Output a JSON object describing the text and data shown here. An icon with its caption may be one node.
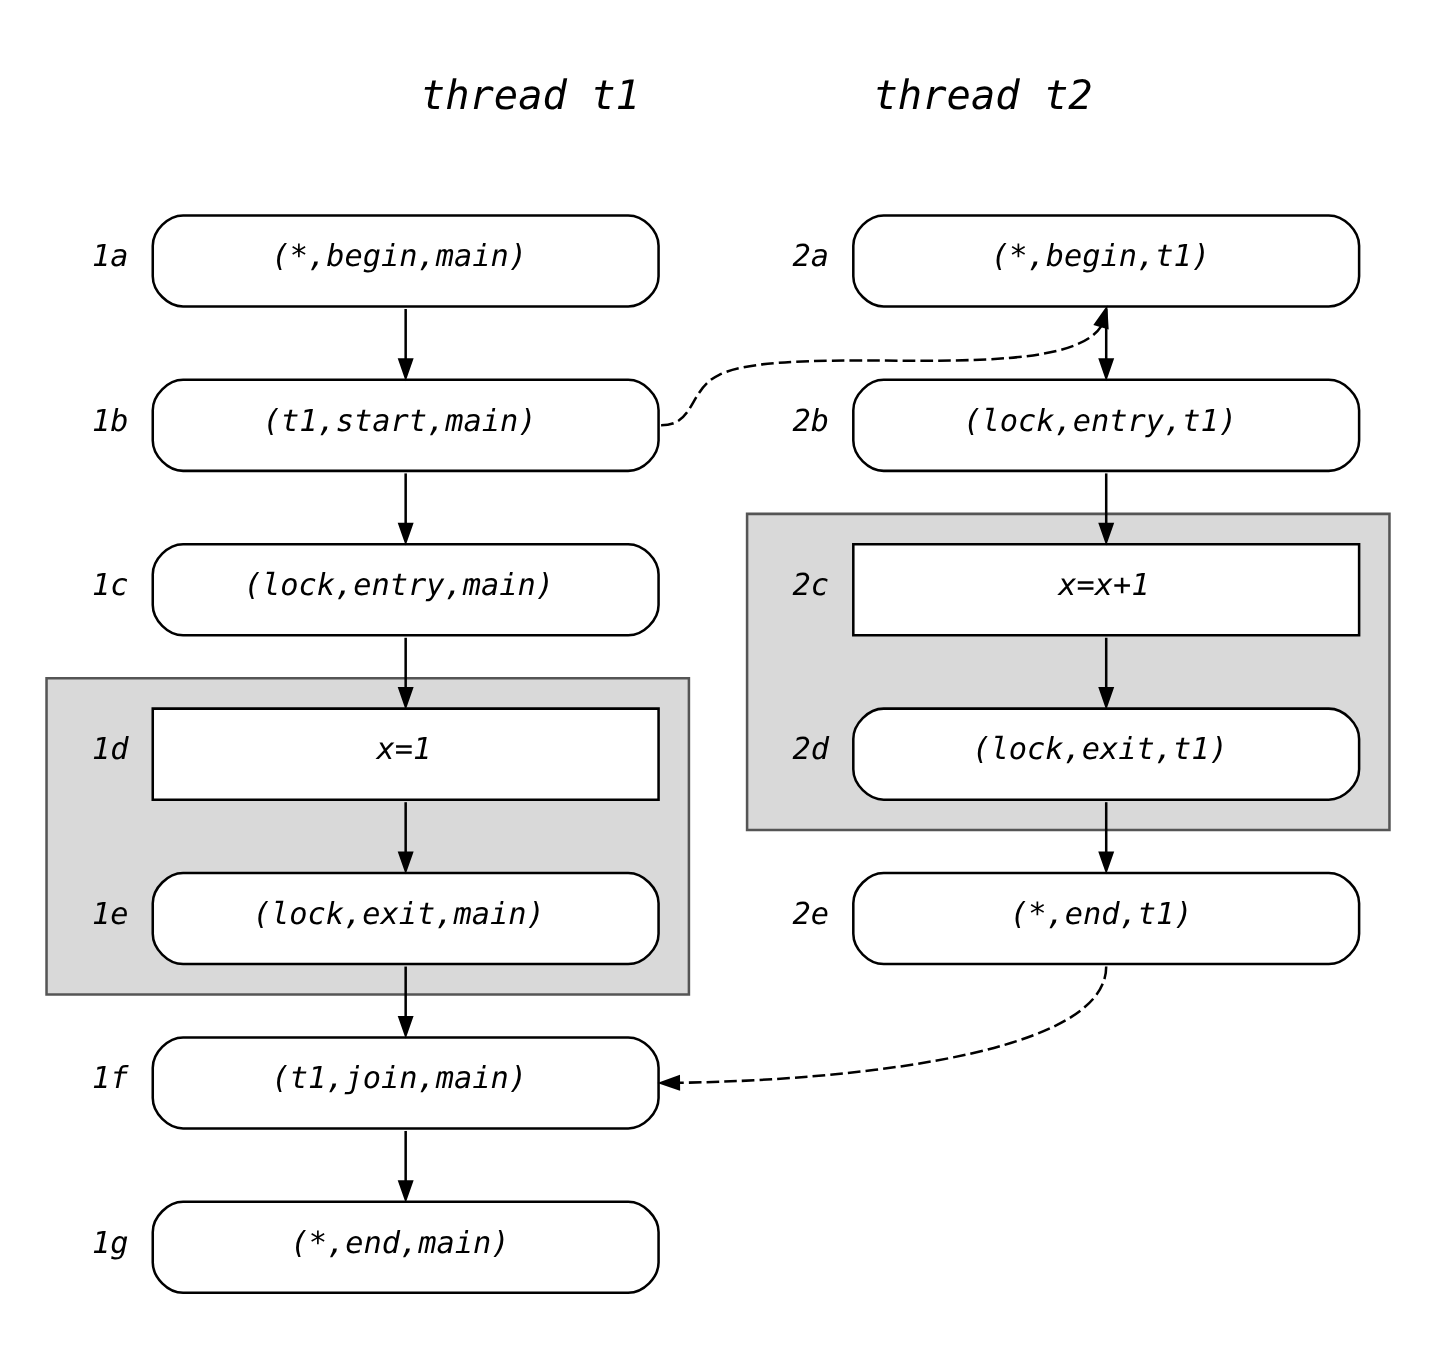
{
  "diagram": {
    "nodes": [
      {
        "text": [
          "(*,begin,main)"
        ],
        "beside": [
          "1a"
        ]
      },
      {
        "text": [
          "(t1,start,main)"
        ],
        "beside": [
          "1b"
        ]
      },
      {
        "text": [
          "(lock,entry,main)"
        ],
        "beside": [
          "1c"
        ]
      },
      {
        "text": [],
        "shape": "box"
      },
      {
        "text": [
          "x=1"
        ],
        "beside": [
          "1d"
        ],
        "in": 3
      },
      {
        "text": [
          "(lock,exit,main)"
        ],
        "beside": [
          "1e"
        ],
        "in": 3
      },
      {
        "text": [
          "(t1,join,main)"
        ],
        "beside": [
          "1f"
        ]
      },
      {
        "text": [
          "(*,end,main)"
        ],
        "beside": [
          "1g"
        ]
      },
      {
        "text": [
          "(*,begin,t1)"
        ],
        "beside": [
          "2a"
        ]
      },
      {
        "text": [
          "(lock,entry,t1)"
        ],
        "beside": [
          "2b"
        ]
      },
      {
        "text": [],
        "shape": "box"
      },
      {
        "text": [
          "x=x+1"
        ],
        "beside": [
          "2c"
        ],
        "in": 10
      },
      {
        "text": [
          "(lock,exit,t1)"
        ],
        "beside": [
          "2d"
        ],
        "in": 10
      },
      {
        "text": [
          "(*,end,t1)"
        ],
        "beside": [
          "2e"
        ]
      }
    ],
    "edges": [
      {
        "from": 0,
        "to": 1,
        "arrow": "to"
      },
      {
        "from": 1,
        "to": 2,
        "arrow": "to"
      },
      {
        "from": 2,
        "to": 4,
        "arrow": "to"
      },
      {
        "from": 4,
        "to": 5,
        "arrow": "to"
      },
      {
        "from": 5,
        "to": 6,
        "arrow": "to"
      },
      {
        "from": 6,
        "to": 7,
        "arrow": "to"
      },
      {
        "from": 1,
        "to": 8,
        "arrow": "to",
        "style": "dashed"
      },
      {
        "from": 8,
        "to": 9,
        "arrow": "to"
      },
      {
        "from": 9,
        "to": 11,
        "arrow": "to"
      },
      {
        "from": 11,
        "to": 12,
        "arrow": "to"
      },
      {
        "from": 12,
        "to": 13,
        "arrow": "to"
      },
      {
        "from": 13,
        "to": 6,
        "arrow": "to",
        "style": "dashed"
      }
    ],
    "labels": [
      "thread t1",
      "thread t2"
    ]
  }
}
